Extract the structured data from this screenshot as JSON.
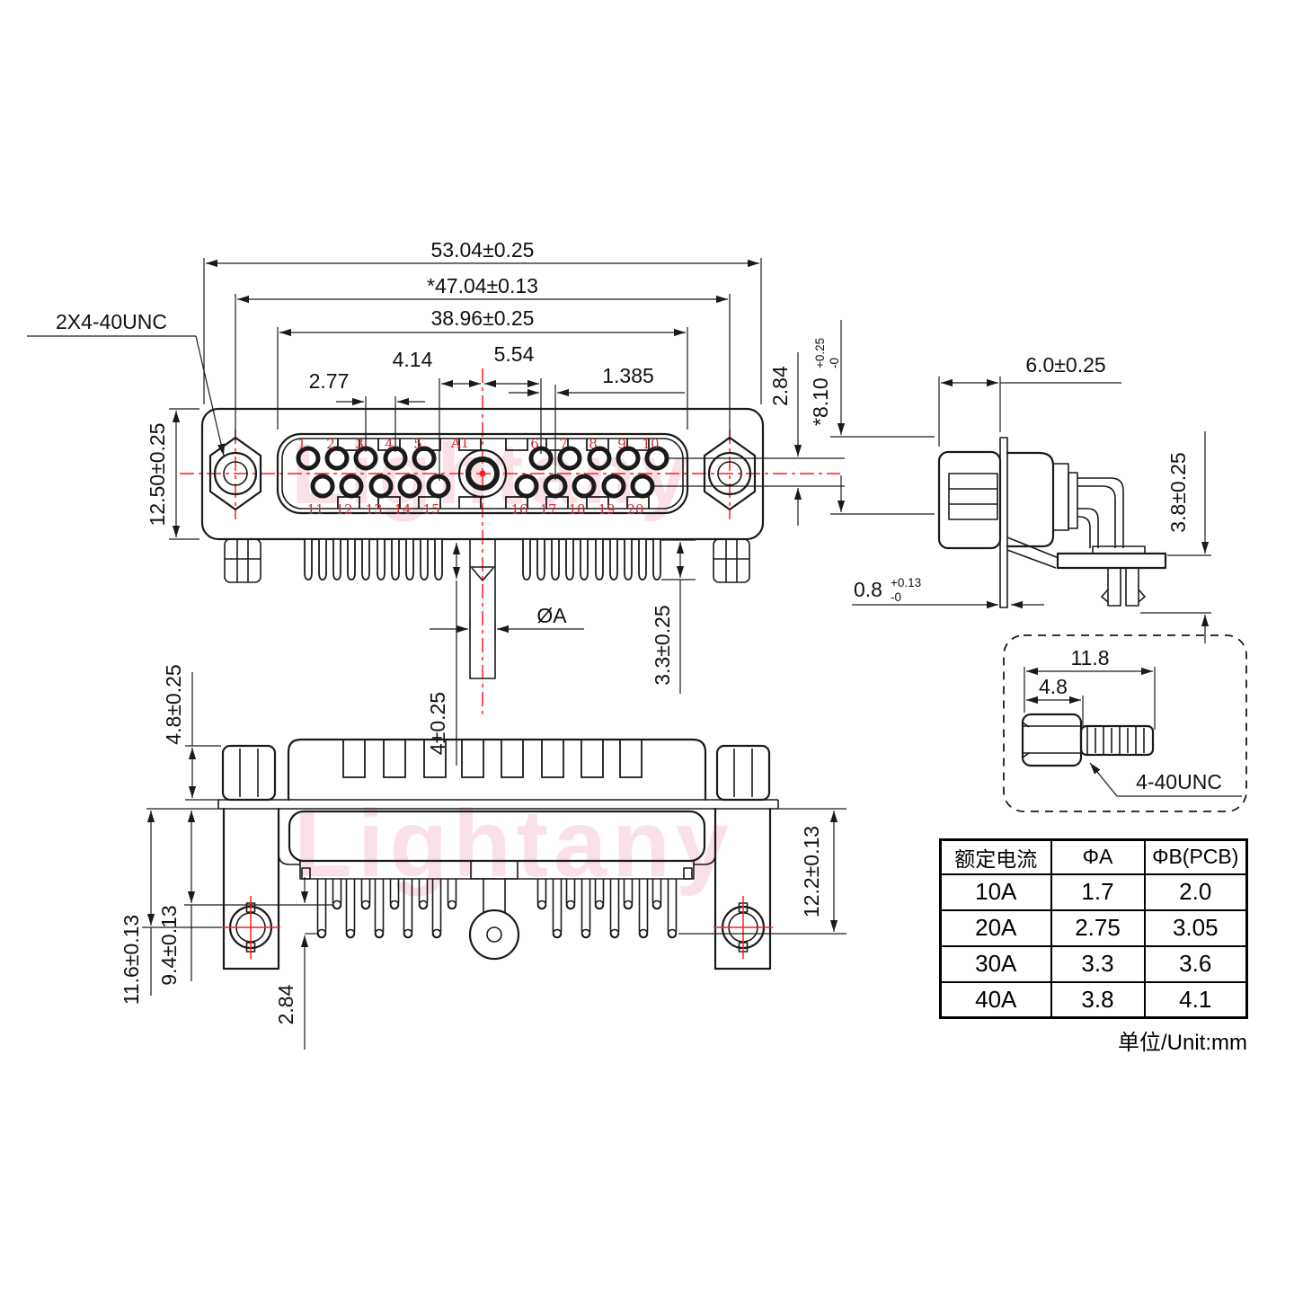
{
  "watermark": {
    "text": "Lightany"
  },
  "front_view": {
    "thread_label": "2X4-40UNC",
    "dims": {
      "overall_width": "53.04±0.25",
      "mount_spacing": "*47.04±0.13",
      "shell_width": "38.96±0.25",
      "a1_to_row_offset": "4.14",
      "a1_to_pin6": "5.54",
      "pin_pitch": "2.77",
      "row_stagger": "1.385",
      "row_gap": "2.84",
      "flange_height": "12.50±0.25",
      "face_height": "*8.10",
      "face_height_tol_plus": "+0.25",
      "face_height_tol_minus": "-0",
      "center_pin_dia": "ØA",
      "center_pin_depth": "4±0.25",
      "pin_length": "3.3±0.25"
    },
    "pins": {
      "top_left": [
        "1",
        "2",
        "3",
        "4",
        "5"
      ],
      "center": "A1",
      "top_right": [
        "6",
        "7",
        "8",
        "9",
        "10"
      ],
      "bottom_left": [
        "11",
        "12",
        "13",
        "14",
        "15"
      ],
      "bottom_right": [
        "16",
        "17",
        "18",
        "19",
        "20"
      ]
    }
  },
  "side_view": {
    "dims": {
      "front_depth": "6.0±0.25",
      "pin_to_bracket": "3.8±0.25",
      "panel_thickness": "0.8",
      "panel_tol_plus": "+0.13",
      "panel_tol_minus": "-0"
    }
  },
  "screw_detail": {
    "dims": {
      "total_length": "11.8",
      "head_length": "4.8"
    },
    "thread_label": "4-40UNC"
  },
  "bottom_view": {
    "dims": {
      "nut_height": "4.8±0.25",
      "hole_row_offset": "11.6±0.13",
      "row1_offset": "9.4±0.13",
      "center_pin_offset": "12.2±0.13",
      "row_gap": "2.84"
    }
  },
  "spec_table": {
    "headers": [
      "额定电流",
      "ΦA",
      "ΦB(PCB)"
    ],
    "rows": [
      [
        "10A",
        "1.7",
        "2.0"
      ],
      [
        "20A",
        "2.75",
        "3.05"
      ],
      [
        "30A",
        "3.3",
        "3.6"
      ],
      [
        "40A",
        "3.8",
        "4.1"
      ]
    ],
    "unit_note": "单位/Unit:mm"
  },
  "colors": {
    "line": "#1a1a1a",
    "centerline": "#ff1d1d",
    "pin_number": "#d42a30",
    "watermark": "#e8607f"
  }
}
